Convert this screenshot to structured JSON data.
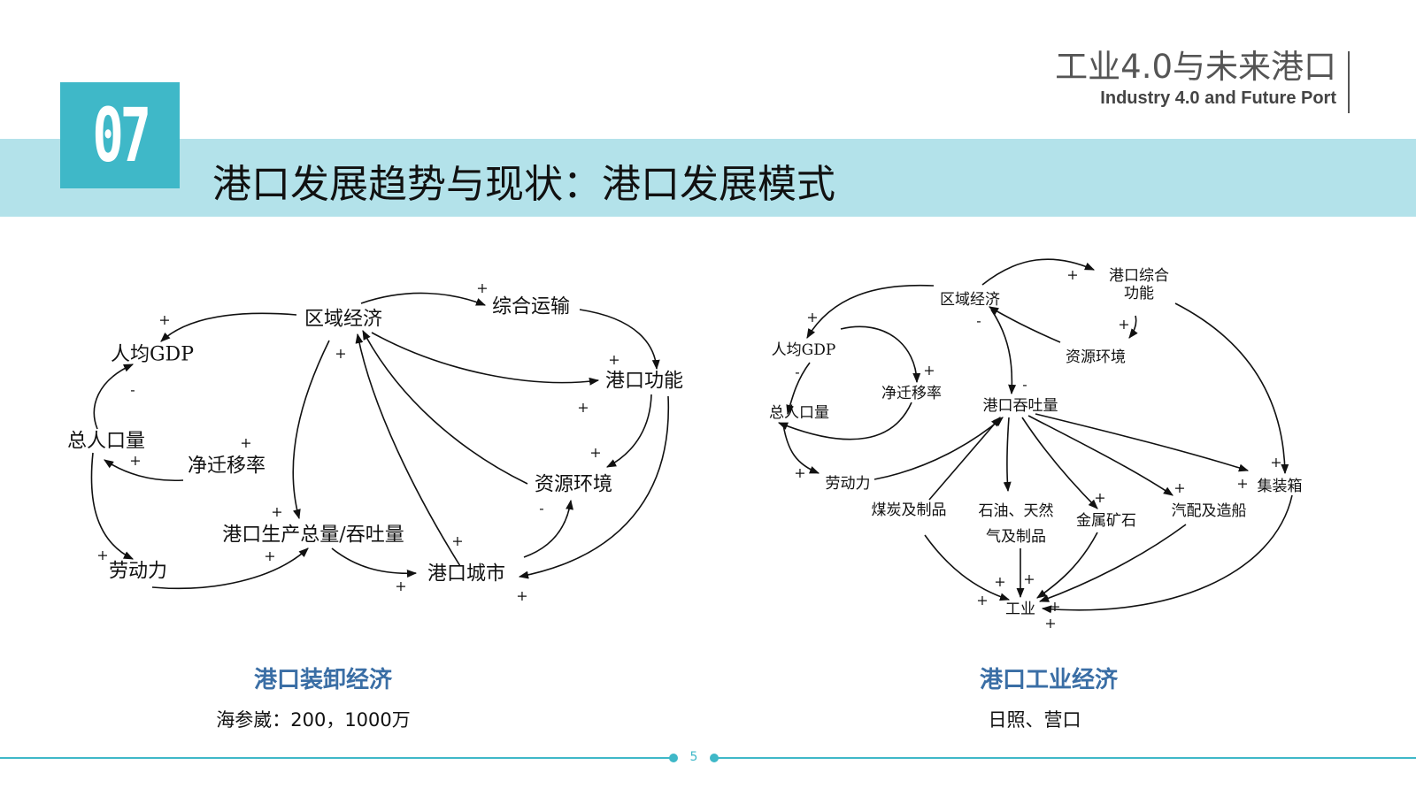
{
  "header": {
    "section_number": "07",
    "title": "港口发展趋势与现状：港口发展模式",
    "brand_cn": "工业4.0与未来港口",
    "brand_en": "Industry 4.0 and Future Port"
  },
  "left_diagram": {
    "caption": "港口装卸经济",
    "subcaption": "海参崴：200，1000万",
    "nodes": [
      "区域经济",
      "综合运输",
      "人均GDP",
      "港口功能",
      "总人口量",
      "净迁移率",
      "资源环境",
      "港口生产总量/吞吐量",
      "劳动力",
      "港口城市"
    ]
  },
  "right_diagram": {
    "caption": "港口工业经济",
    "subcaption": "日照、营口",
    "nodes": [
      "区域经济",
      "港口综合",
      "功能",
      "人均GDP",
      "资源环境",
      "净迁移率",
      "港口吞吐量",
      "总人口量",
      "劳动力",
      "集装箱",
      "煤炭及制品",
      "石油、天然",
      "气及制品",
      "金属矿石",
      "汽配及造船",
      "工业"
    ]
  },
  "polarity": {
    "plus": "+",
    "minus": "-"
  },
  "footer": {
    "page": "5"
  },
  "colors": {
    "accent": "#3fb8c8",
    "band": "#b3e2ea",
    "caption": "#3a6ea5"
  }
}
